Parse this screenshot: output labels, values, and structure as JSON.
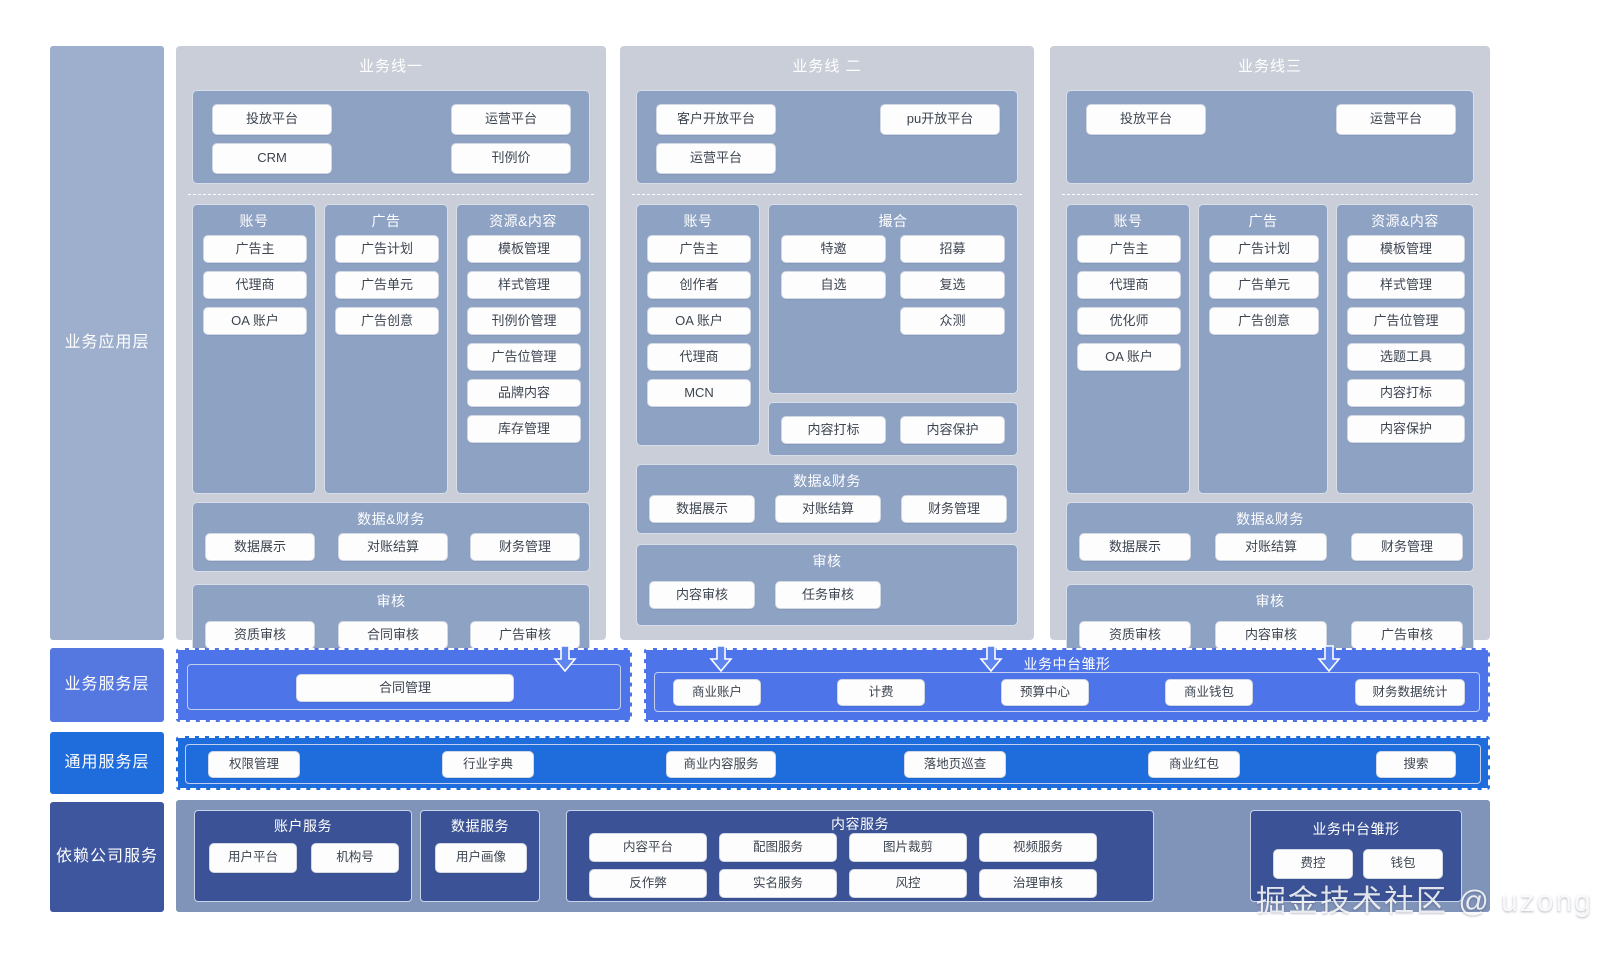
{
  "layers": [
    {
      "id": "app",
      "label": "业务应用层",
      "color": "#9dafcc"
    },
    {
      "id": "bsvc",
      "label": "业务服务层",
      "color": "#5577e0"
    },
    {
      "id": "csvc",
      "label": "通用服务层",
      "color": "#1f6ddc"
    },
    {
      "id": "dep",
      "label": "依赖公司服务",
      "color": "#3e569e"
    }
  ],
  "business_lines": [
    {
      "title": "业务线一",
      "platforms": {
        "left": [
          "投放平台",
          "CRM"
        ],
        "right": [
          "运营平台",
          "刊例价"
        ]
      },
      "groups": [
        {
          "title": "账号",
          "items": [
            "广告主",
            "代理商",
            "OA 账户"
          ]
        },
        {
          "title": "广告",
          "items": [
            "广告计划",
            "广告单元",
            "广告创意"
          ]
        },
        {
          "title": "资源&内容",
          "items": [
            "模板管理",
            "样式管理",
            "刊例价管理",
            "广告位管理",
            "品牌内容",
            "库存管理"
          ]
        }
      ],
      "data_finance": {
        "title": "数据&财务",
        "items": [
          "数据展示",
          "对账结算",
          "财务管理"
        ]
      },
      "audit": {
        "title": "审核",
        "items": [
          "资质审核",
          "合同审核",
          "广告审核"
        ]
      }
    },
    {
      "title": "业务线 二",
      "platforms": {
        "left": [
          "客户开放平台",
          "运营平台"
        ],
        "right": [
          "pu开放平台"
        ]
      },
      "groups": [
        {
          "title": "账号",
          "items": [
            "广告主",
            "创作者",
            "OA 账户",
            "代理商",
            "MCN"
          ]
        },
        {
          "title": "撮合",
          "col_a": [
            "特邀",
            "自选"
          ],
          "col_b": [
            "招募",
            "复选",
            "众测"
          ]
        }
      ],
      "content_ops": [
        "内容打标",
        "内容保护"
      ],
      "data_finance": {
        "title": "数据&财务",
        "items": [
          "数据展示",
          "对账结算",
          "财务管理"
        ]
      },
      "audit": {
        "title": "审核",
        "items": [
          "内容审核",
          "任务审核"
        ]
      }
    },
    {
      "title": "业务线三",
      "platforms": {
        "left": [
          "投放平台"
        ],
        "right": [
          "运营平台"
        ]
      },
      "groups": [
        {
          "title": "账号",
          "items": [
            "广告主",
            "代理商",
            "优化师",
            "OA 账户"
          ]
        },
        {
          "title": "广告",
          "items": [
            "广告计划",
            "广告单元",
            "广告创意"
          ]
        },
        {
          "title": "资源&内容",
          "items": [
            "模板管理",
            "样式管理",
            "广告位管理",
            "选题工具",
            "内容打标",
            "内容保护"
          ]
        }
      ],
      "data_finance": {
        "title": "数据&财务",
        "items": [
          "数据展示",
          "对账结算",
          "财务管理"
        ]
      },
      "audit": {
        "title": "审核",
        "items": [
          "资质审核",
          "内容审核",
          "广告审核"
        ]
      }
    }
  ],
  "business_service_layer": {
    "left_block": {
      "items": [
        "合同管理"
      ]
    },
    "right_block": {
      "title": "业务中台雏形",
      "items": [
        "商业账户",
        "计费",
        "预算中心",
        "商业钱包",
        "财务数据统计"
      ]
    }
  },
  "common_service_layer": {
    "items": [
      "权限管理",
      "行业字典",
      "商业内容服务",
      "落地页巡查",
      "商业红包",
      "搜索"
    ]
  },
  "dependency_layer": {
    "account_service": {
      "title": "账户服务",
      "items": [
        "用户平台",
        "机构号"
      ]
    },
    "data_service": {
      "title": "数据服务",
      "items": [
        "用户画像"
      ]
    },
    "content_service": {
      "title": "内容服务",
      "row1": [
        "内容平台",
        "配图服务",
        "图片裁剪",
        "视频服务"
      ],
      "row2": [
        "反作弊",
        "实名服务",
        "风控",
        "治理审核"
      ]
    },
    "middle_platform": {
      "title": "业务中台雏形",
      "items": [
        "费控",
        "钱包"
      ]
    }
  },
  "watermark": "掘金技术社区 @ uzong"
}
